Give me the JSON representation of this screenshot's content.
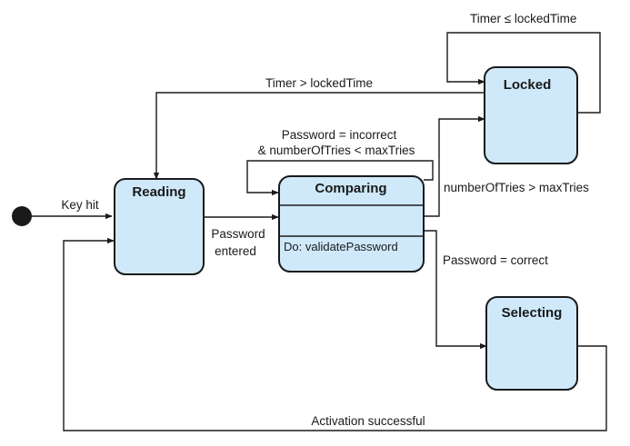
{
  "states": {
    "reading": {
      "name": "Reading"
    },
    "comparing": {
      "name": "Comparing",
      "activity": "Do: validatePassword"
    },
    "locked": {
      "name": "Locked"
    },
    "selecting": {
      "name": "Selecting"
    }
  },
  "transitions": {
    "initial_to_reading": "Key hit",
    "reading_to_comparing": [
      "Password",
      "entered"
    ],
    "comparing_self": [
      "Password = incorrect",
      "& numberOfTries < maxTries"
    ],
    "comparing_to_locked": "numberOfTries > maxTries",
    "locked_self": "Timer ≤ lockedTime",
    "locked_to_reading": "Timer > lockedTime",
    "comparing_to_selecting": "Password = correct",
    "selecting_to_reading": "Activation successful"
  },
  "colors": {
    "state_fill": "#cfe9fb",
    "stroke": "#1a1a1a"
  }
}
